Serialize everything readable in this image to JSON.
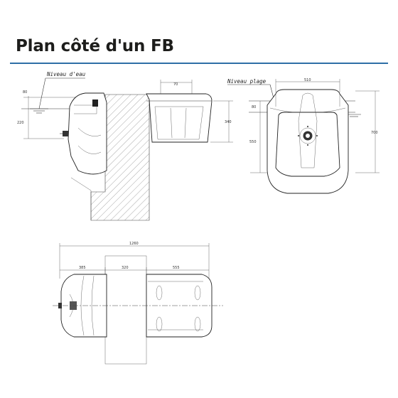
{
  "title": "Plan côté d'un FB",
  "colors": {
    "rule": "#2e6fa6",
    "ink": "#222222",
    "title": "#1d1d1b"
  },
  "side_view": {
    "water_level_label": "Niveau d'eau",
    "dim_top": "80",
    "dim_depth": "220",
    "dim_width": "70",
    "dim_height": "340"
  },
  "front_view": {
    "deck_level_label": "Niveau plage",
    "dim_width": "510",
    "dim_top": "80",
    "dim_inner_height": "550",
    "dim_total_height": "700"
  },
  "top_view": {
    "dim_total": "1260",
    "dim_a": "385",
    "dim_b": "320",
    "dim_c": "555"
  }
}
